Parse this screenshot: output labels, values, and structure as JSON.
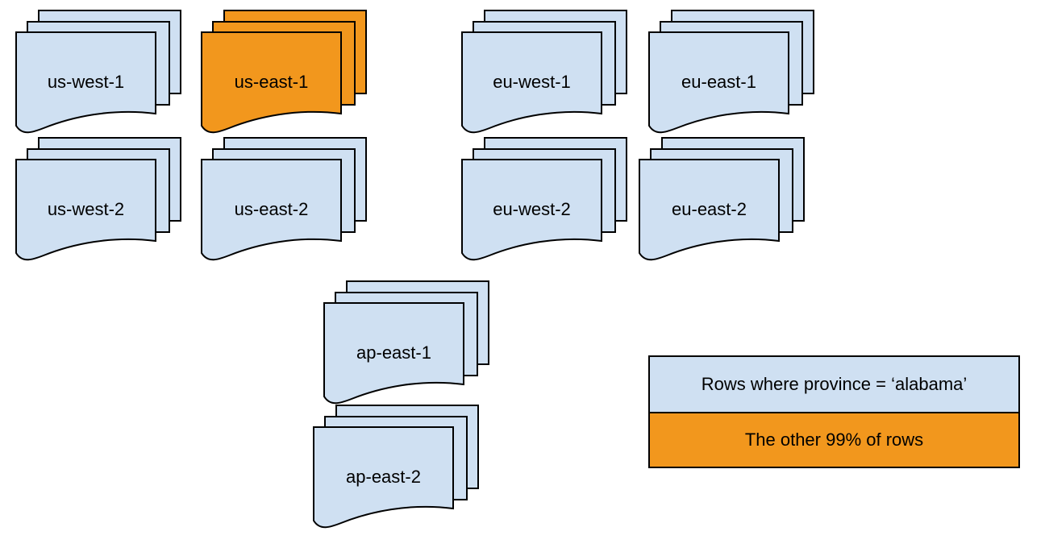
{
  "diagram": {
    "region_stacks": [
      {
        "label": "us-west-1",
        "highlighted": false
      },
      {
        "label": "us-east-1",
        "highlighted": true
      },
      {
        "label": "eu-west-1",
        "highlighted": false
      },
      {
        "label": "eu-east-1",
        "highlighted": false
      },
      {
        "label": "us-west-2",
        "highlighted": false
      },
      {
        "label": "us-east-2",
        "highlighted": false
      },
      {
        "label": "eu-west-2",
        "highlighted": false
      },
      {
        "label": "eu-east-2",
        "highlighted": false
      },
      {
        "label": "ap-east-1",
        "highlighted": false
      },
      {
        "label": "ap-east-2",
        "highlighted": false
      }
    ],
    "legend": {
      "items": [
        {
          "label": "Rows where province = ‘alabama’",
          "swatch": "blue"
        },
        {
          "label": "The other 99% of rows",
          "swatch": "orange"
        }
      ]
    },
    "colors": {
      "blue": "#cfe0f2",
      "orange": "#f2971d",
      "outline": "#000000",
      "text": "#000000",
      "background": "#ffffff"
    }
  }
}
